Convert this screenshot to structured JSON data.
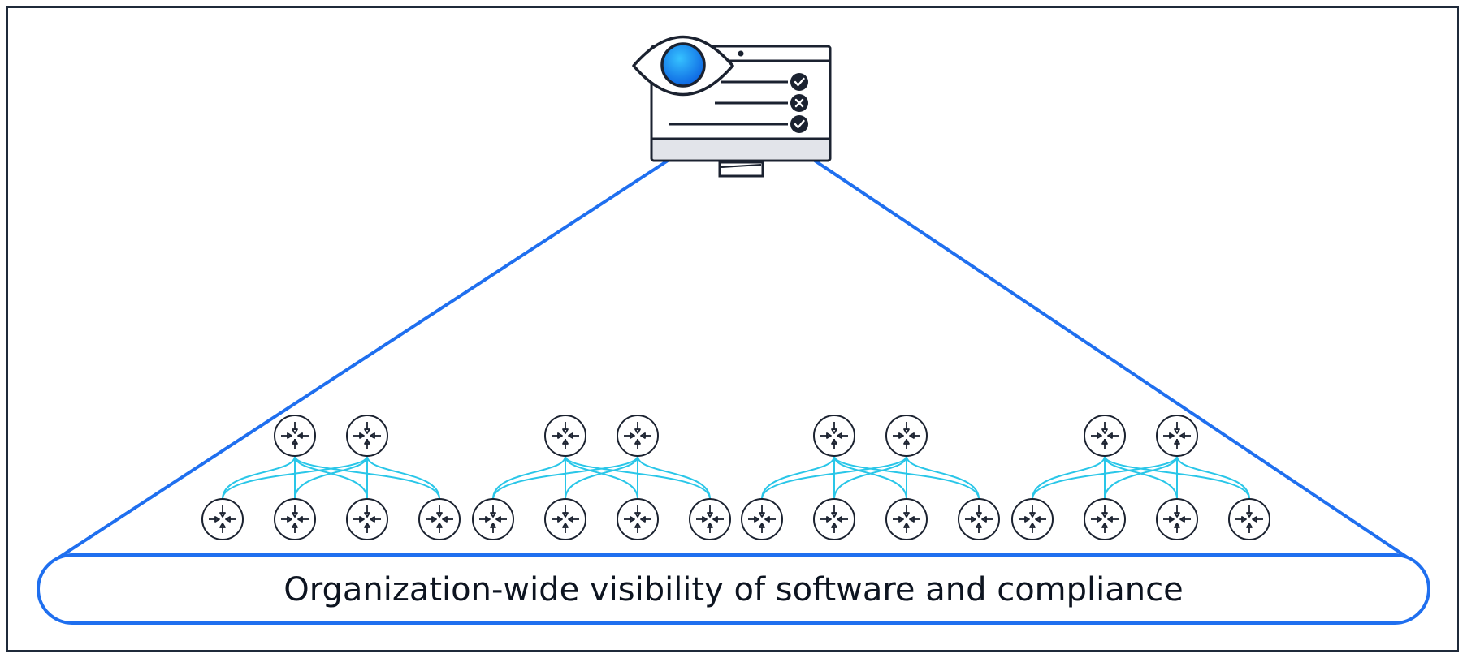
{
  "caption": "Organization-wide visibility of software and compliance",
  "monitor": {
    "icon": "monitor-with-eye-icon",
    "checklist": [
      {
        "status": "check",
        "icon": "check-circle-icon"
      },
      {
        "status": "cross",
        "icon": "x-circle-icon"
      },
      {
        "status": "check",
        "icon": "check-circle-icon"
      }
    ]
  },
  "network": {
    "clusters": 4,
    "routers_top_per_cluster": 2,
    "routers_bottom_per_cluster": 4,
    "router_icon": "router-icon"
  },
  "colors": {
    "frame": "#1f2a3a",
    "beam": "#1f6fef",
    "link": "#29c6e8",
    "ink": "#1b2230",
    "eye_iris": "#1a8cff",
    "monitor_base": "#e2e4ea"
  }
}
